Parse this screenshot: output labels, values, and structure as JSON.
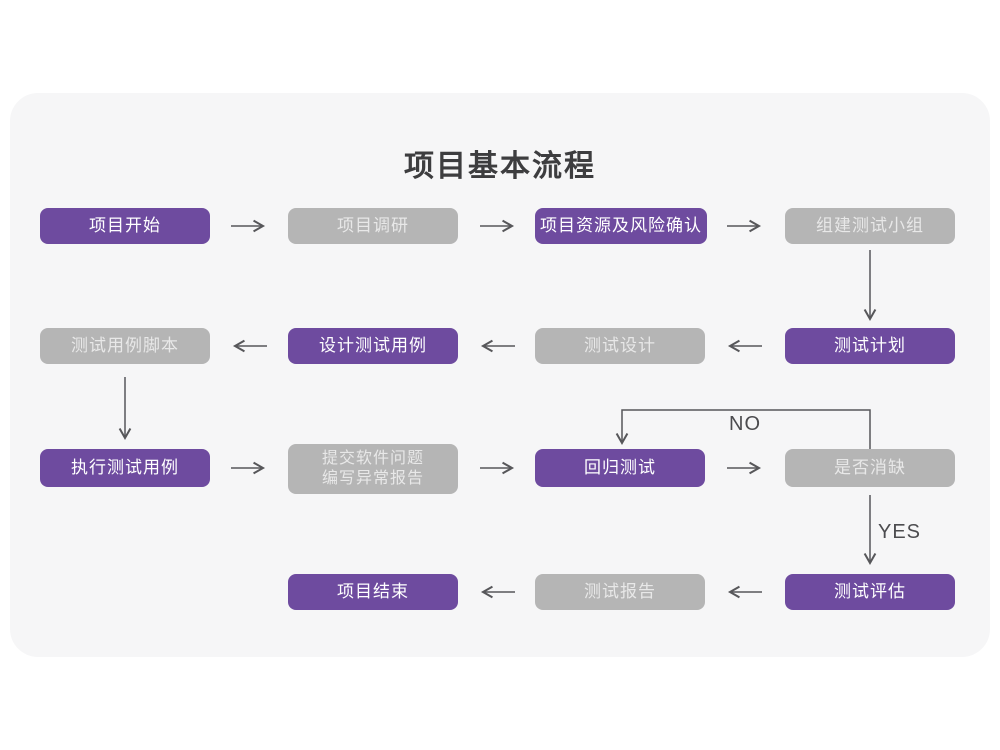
{
  "title": "项目基本流程",
  "colors": {
    "page_bg": "#ffffff",
    "card": "#f6f6f7",
    "purple": "#6e4b9f",
    "purple_text": "#ffffff",
    "gray": "#b5b5b5",
    "gray_text": "#e8e8e8",
    "arrow": "#57575a",
    "title": "#3d3d3f",
    "label": "#4c4c4f"
  },
  "nodes": [
    {
      "id": "project-start",
      "label": "项目开始",
      "variant": "purple"
    },
    {
      "id": "project-research",
      "label": "项目调研",
      "variant": "gray"
    },
    {
      "id": "resource-risk-confirm",
      "label": "项目资源及风险确认",
      "variant": "purple"
    },
    {
      "id": "build-test-team",
      "label": "组建测试小组",
      "variant": "gray"
    },
    {
      "id": "test-plan",
      "label": "测试计划",
      "variant": "purple"
    },
    {
      "id": "test-design",
      "label": "测试设计",
      "variant": "gray"
    },
    {
      "id": "design-test-cases",
      "label": "设计测试用例",
      "variant": "purple"
    },
    {
      "id": "test-case-scripts",
      "label": "测试用例脚本",
      "variant": "gray"
    },
    {
      "id": "execute-test-cases",
      "label": "执行测试用例",
      "variant": "purple"
    },
    {
      "id": "submit-issue-report",
      "label": "提交软件问题\n编写异常报告",
      "variant": "gray"
    },
    {
      "id": "regression-test",
      "label": "回归测试",
      "variant": "purple"
    },
    {
      "id": "defect-resolved",
      "label": "是否消缺",
      "variant": "gray"
    },
    {
      "id": "test-evaluation",
      "label": "测试评估",
      "variant": "purple"
    },
    {
      "id": "test-report",
      "label": "测试报告",
      "variant": "gray"
    },
    {
      "id": "project-end",
      "label": "项目结束",
      "variant": "purple"
    }
  ],
  "edges": [
    {
      "from": "项目开始",
      "to": "项目调研"
    },
    {
      "from": "项目调研",
      "to": "项目资源及风险确认"
    },
    {
      "from": "项目资源及风险确认",
      "to": "组建测试小组"
    },
    {
      "from": "组建测试小组",
      "to": "测试计划"
    },
    {
      "from": "测试计划",
      "to": "测试设计"
    },
    {
      "from": "测试设计",
      "to": "设计测试用例"
    },
    {
      "from": "设计测试用例",
      "to": "测试用例脚本"
    },
    {
      "from": "测试用例脚本",
      "to": "执行测试用例"
    },
    {
      "from": "执行测试用例",
      "to": "提交软件问题 编写异常报告"
    },
    {
      "from": "提交软件问题 编写异常报告",
      "to": "回归测试"
    },
    {
      "from": "回归测试",
      "to": "是否消缺"
    },
    {
      "from": "是否消缺",
      "to": "回归测试",
      "label": "NO"
    },
    {
      "from": "是否消缺",
      "to": "测试评估",
      "label": "YES"
    },
    {
      "from": "测试评估",
      "to": "测试报告"
    },
    {
      "from": "测试报告",
      "to": "项目结束"
    }
  ]
}
